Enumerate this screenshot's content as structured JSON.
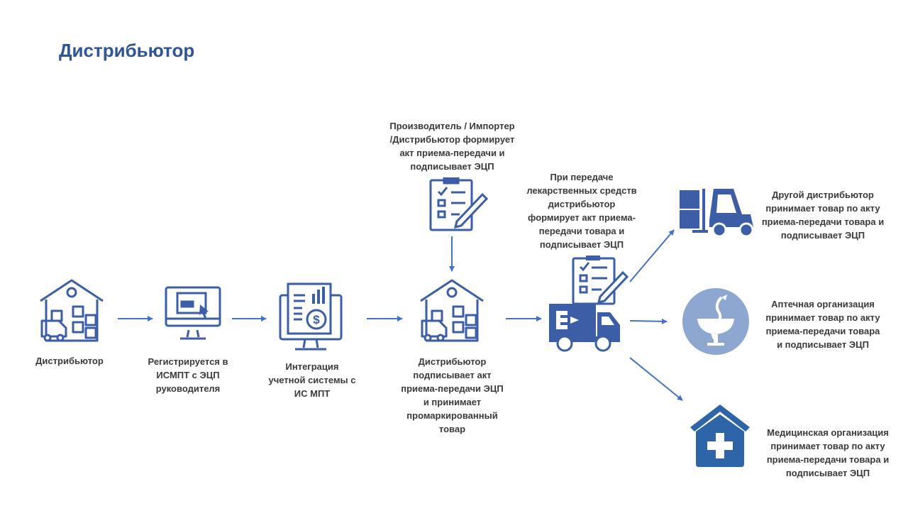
{
  "title": "Дистрибьютор",
  "colors": {
    "primary": "#3b5ea7",
    "dark": "#2d4f8f",
    "light_circle": "#8da7d1"
  },
  "steps": {
    "distributor": "Дистрибьютор",
    "register": "Регистрируется в\nИСМПТ  с  ЭЦП\nруководителя",
    "integration": "Интеграция\nучетной системы с\nИС МПТ",
    "producer": "Производитель / Импортер\n/Дистрибьютор формирует\nакт приема-передачи и\nподписывает ЭЦП",
    "accept": "Дистрибьютор\nподписывает акт\nприема-передачи ЭЦП\nи принимает\nпромаркированный\nтовар",
    "transfer": "При передаче\nлекарственных средств\nдистрибьютор\nформирует акт приема-\nпередачи товара и\nподписывает ЭЦП",
    "other_distributor": "Другой дистрибьютор\nпринимает товар по акту\nприема-передачи товара и\nподписывает ЭЦП",
    "pharmacy": "Аптечная организация\nпринимает товар по акту\nприема-передачи товара\nи подписывает ЭЦП",
    "medical": "Медицинская организация\nпринимает товар по акту\nприема-передачи товара и\nподписывает ЭЦП"
  },
  "icons": [
    "warehouse-icon",
    "computer-icon",
    "report-monitor-icon",
    "checklist-icon",
    "warehouse-icon",
    "delivery-truck-icon",
    "forklift-icon",
    "pharmacy-icon",
    "hospital-icon"
  ]
}
